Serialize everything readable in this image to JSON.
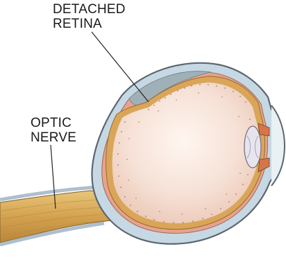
{
  "labels": {
    "detached_line1": "DETACHED",
    "detached_line2": "RETINA",
    "optic_line1": "OPTIC",
    "optic_line2": "NERVE"
  },
  "colors": {
    "background": "#ffffff",
    "sclera": "#c5d8e4",
    "outline": "#5b6670",
    "choroid": "#e6a08a",
    "retina_band": "#d8a459",
    "vitreous": "#f3d9cc",
    "vitreous_light": "#fbece4",
    "detached_fluid": "#aab7bd",
    "nerve": "#d9b15e",
    "lens": "#e8e4ee",
    "iris": "#d97b4e",
    "text": "#1a1a1a"
  }
}
